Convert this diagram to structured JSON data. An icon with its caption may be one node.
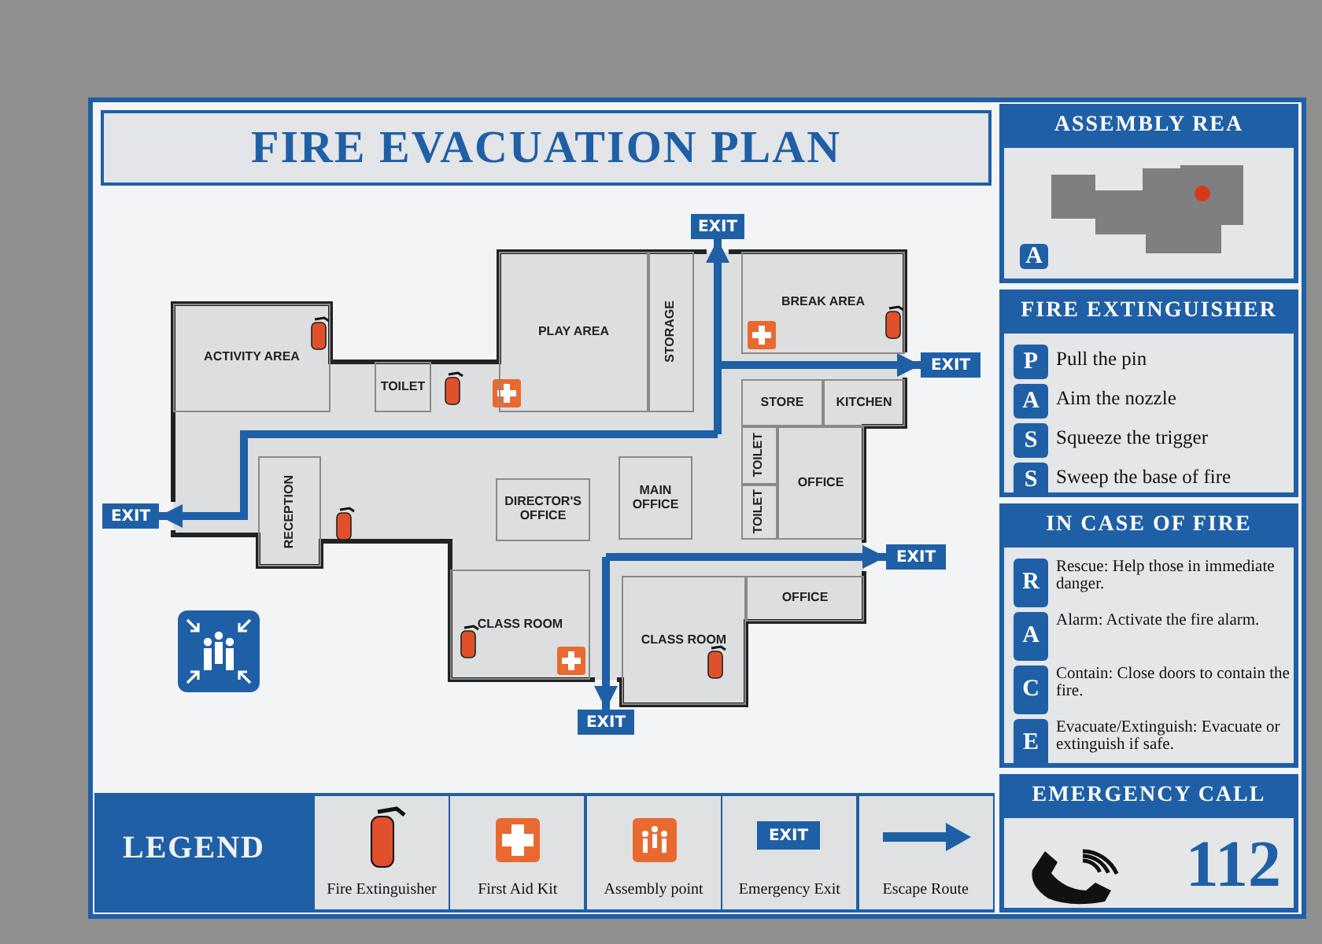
{
  "diagram": {
    "title": "FIRE EVACUATION PLAN",
    "nodes": [
      {
        "text": [
          "EXIT"
        ]
      },
      {
        "text": [
          "ACTIVITY AREA"
        ]
      },
      {
        "text": [
          "TOILET"
        ]
      },
      {
        "text": [
          "PLAY AREA"
        ]
      },
      {
        "text": [
          "STORAGE"
        ]
      },
      {
        "text": [
          "BREAK AREA"
        ]
      },
      {
        "text": [
          "EXIT"
        ]
      },
      {
        "text": [
          "STORE"
        ]
      },
      {
        "text": [
          "KITCHEN"
        ]
      },
      {
        "text": [
          "TOILET"
        ]
      },
      {
        "text": [
          "EXIT"
        ]
      },
      {
        "text": [
          "RECEPTION"
        ]
      },
      {
        "text": [
          "DIRECTOR'S OFFICE"
        ]
      },
      {
        "text": [
          "MAIN OFFICE"
        ]
      },
      {
        "text": [
          "TOILET"
        ]
      },
      {
        "text": [
          "OFFICE"
        ]
      },
      {
        "text": [
          "EXIT"
        ]
      },
      {
        "text": [
          "CLASS ROOM"
        ]
      },
      {
        "text": [
          "CLASS ROOM"
        ]
      },
      {
        "text": [
          "OFFICE"
        ]
      },
      {
        "text": [
          "EXIT"
        ]
      },
      {
        "text": [
          "ASSEMBLY REA"
        ]
      },
      {
        "text": [
          "A"
        ],
        "in": 21
      },
      {
        "text": [
          "FIRE EXTINGUISHER"
        ]
      },
      {
        "text": [
          "P"
        ],
        "in": 23,
        "beside": [
          "Pull the pin"
        ]
      },
      {
        "text": [
          "A"
        ],
        "in": 23,
        "beside": [
          "Aim the nozzle"
        ]
      },
      {
        "text": [
          "S"
        ],
        "in": 23,
        "beside": [
          "Squeeze the trigger"
        ]
      },
      {
        "text": [
          "S"
        ],
        "in": 23,
        "beside": [
          "Sweep the base of fire"
        ]
      },
      {
        "text": [
          "IN CASE OF FIRE"
        ]
      },
      {
        "text": [
          "R"
        ],
        "in": 28,
        "beside": [
          "Rescue: Help those in immediate danger."
        ]
      },
      {
        "text": [
          "A"
        ],
        "in": 28,
        "beside": [
          "Alarm: Activate the fire alarm."
        ]
      },
      {
        "text": [
          "C"
        ],
        "in": 28,
        "beside": [
          "Contain: Close doors to contain the fire."
        ]
      },
      {
        "text": [
          "E"
        ],
        "in": 28,
        "beside": [
          "Evacuate/Extinguish: Evacuate or extinguish if safe."
        ]
      },
      {
        "text": [
          "EMERGENCY CALL",
          "112"
        ]
      },
      {
        "text": [
          "EXIT"
        ]
      }
    ],
    "edges": [
      {
        "from": null,
        "to": 0,
        "arrow": "to"
      },
      {
        "from": null,
        "to": 6,
        "arrow": "to"
      },
      {
        "from": null,
        "to": 10,
        "arrow": "to"
      },
      {
        "from": null,
        "to": 16,
        "arrow": "to"
      },
      {
        "from": null,
        "to": 20,
        "arrow": "to"
      }
    ],
    "labels": [
      "LEGEND"
    ],
    "legend": [
      {
        "text": "Fire Extinguisher"
      },
      {
        "text": "First Aid Kit"
      },
      {
        "text": "Assembly point"
      },
      {
        "text": "Emergency Exit"
      },
      {
        "text": "Escape Route"
      }
    ]
  }
}
